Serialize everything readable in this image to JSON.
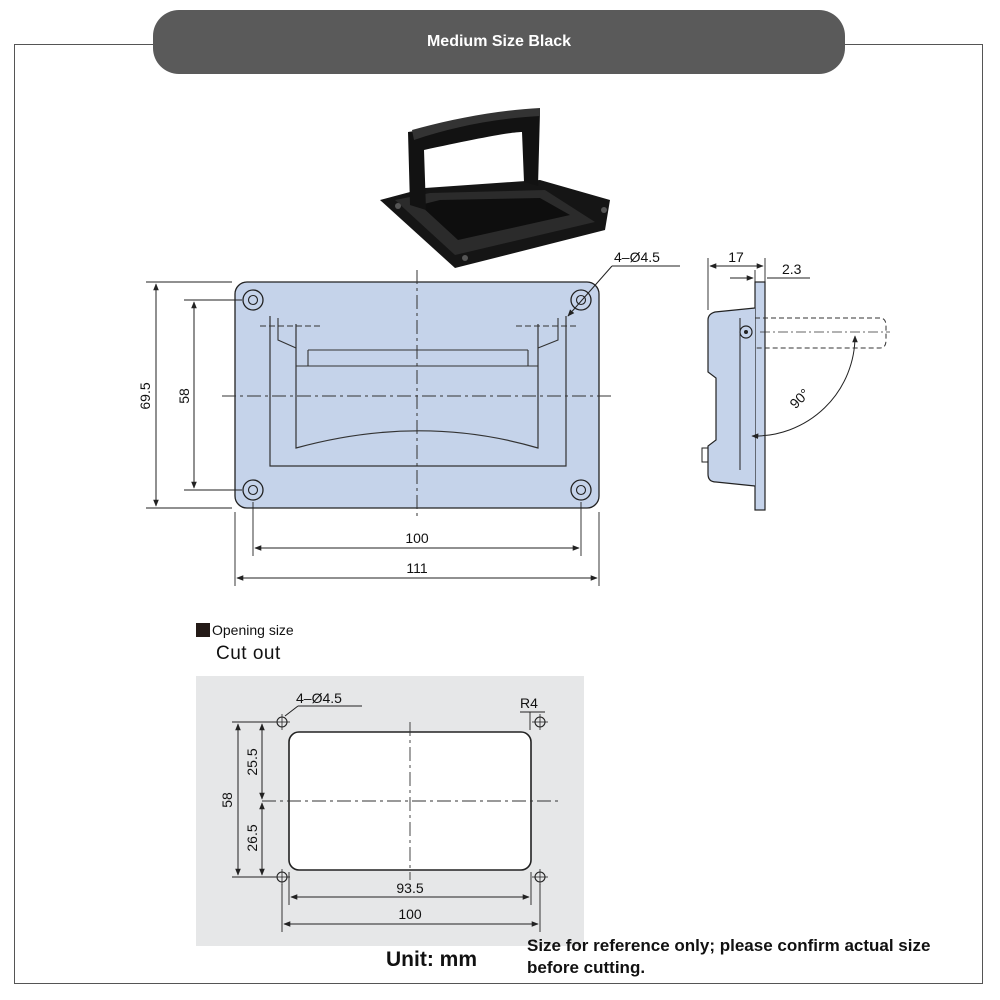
{
  "header": {
    "title": "Medium Size Black"
  },
  "top_view": {
    "holes": "4–Ø4.5",
    "height_outer": "69.5",
    "height_inner": "58",
    "width_inner": "100",
    "width_outer": "111"
  },
  "side_view": {
    "depth": "17",
    "thickness": "2.3",
    "angle": "90°"
  },
  "cutout": {
    "legend": "Opening size",
    "subtitle": "Cut out",
    "holes": "4–Ø4.5",
    "radius": "R4",
    "height": "58",
    "upper_half": "25.5",
    "lower_half": "26.5",
    "opening_width": "93.5",
    "hole_spacing": "100"
  },
  "footer": {
    "unit": "Unit: mm",
    "note": "Size for reference only; please confirm actual size before cutting."
  },
  "colors": {
    "plate_fill": "#c5d3ea",
    "cutout_bg": "#e6e7e8",
    "pill": "#5a5a5a"
  }
}
